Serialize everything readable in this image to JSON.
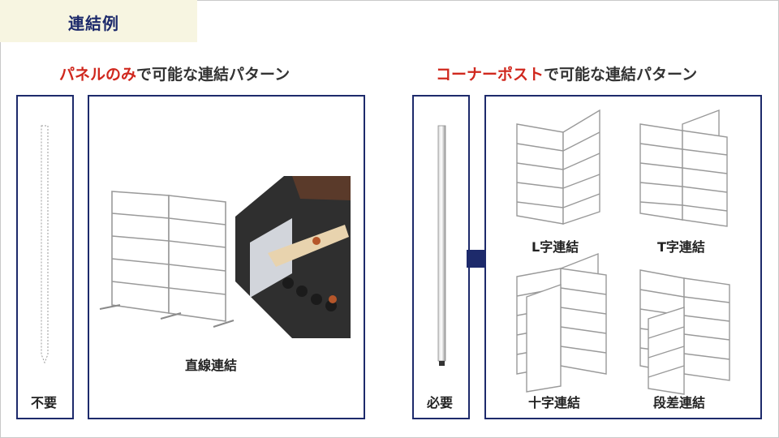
{
  "page": {
    "title": "連結例"
  },
  "left_section": {
    "heading_accent": "パネルのみ",
    "heading_rest": "で可能な連結パターン",
    "post_label": "不要",
    "pattern_label": "直線連結"
  },
  "right_section": {
    "heading_accent": "コーナーポスト",
    "heading_rest": "で可能な連結パターン",
    "post_label": "必要",
    "patterns": [
      {
        "label": "L字連結"
      },
      {
        "label": "T字連結"
      },
      {
        "label": "十字連結"
      },
      {
        "label": "段差連結"
      }
    ]
  },
  "colors": {
    "navy": "#1d2a6b",
    "accent_red": "#d0281e",
    "title_bg": "#f7f5e1"
  }
}
